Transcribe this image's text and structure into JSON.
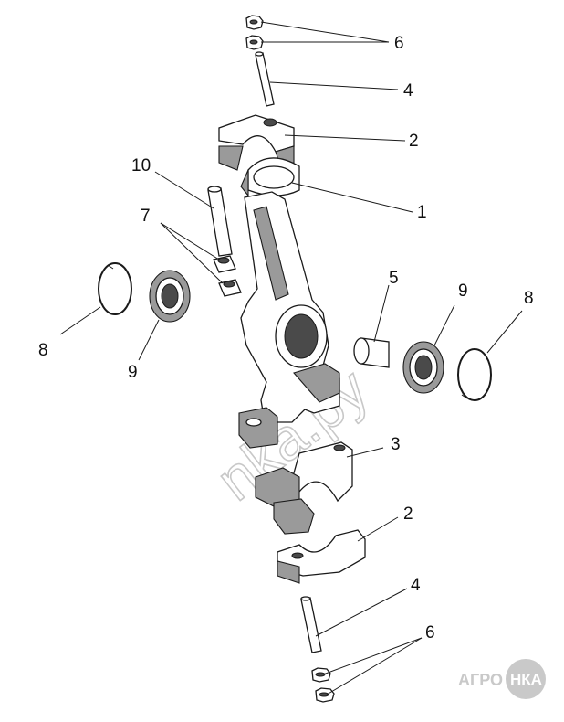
{
  "diagram": {
    "callouts": {
      "top_nut": "6",
      "top_bolt": "4",
      "upper_cap_outer": "2",
      "upper_cap_inner": "1",
      "pin": "10",
      "bushings": "7",
      "left_ring": "8",
      "left_bearing": "9",
      "sleeve": "5",
      "right_bearing": "9",
      "right_ring": "8",
      "lower_cap_inner": "3",
      "lower_cap_outer": "2",
      "bottom_bolt": "4",
      "bottom_nut": "6"
    },
    "watermark": "nka.ру",
    "logo": {
      "text": "АГРО",
      "badge": "НКА"
    }
  }
}
